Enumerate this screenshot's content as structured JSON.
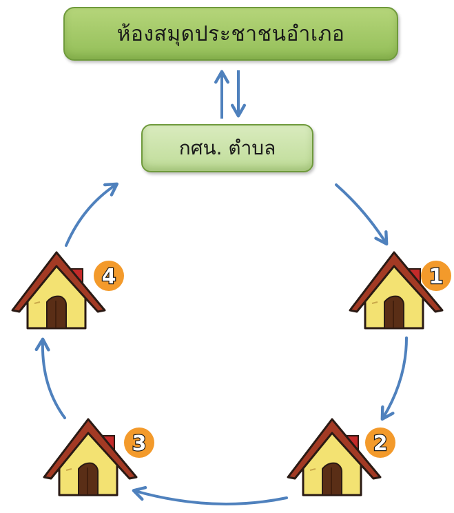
{
  "top_box": {
    "label": "ห้องสมุดประชาชนอำเภอ"
  },
  "mid_box": {
    "label": "กศน. ตำบล"
  },
  "houses": [
    {
      "number": "1"
    },
    {
      "number": "2"
    },
    {
      "number": "3"
    },
    {
      "number": "4"
    }
  ],
  "colors": {
    "arrow": "#4f81bd",
    "top_box_fill": "#9bc35e",
    "mid_box_fill": "#c9e2a6",
    "house_wall": "#f3e272",
    "house_roof": "#a33a24",
    "house_door": "#5a2e16",
    "badge": "#f39a2b"
  },
  "icons": [
    "house-icon",
    "arrow-icon"
  ]
}
